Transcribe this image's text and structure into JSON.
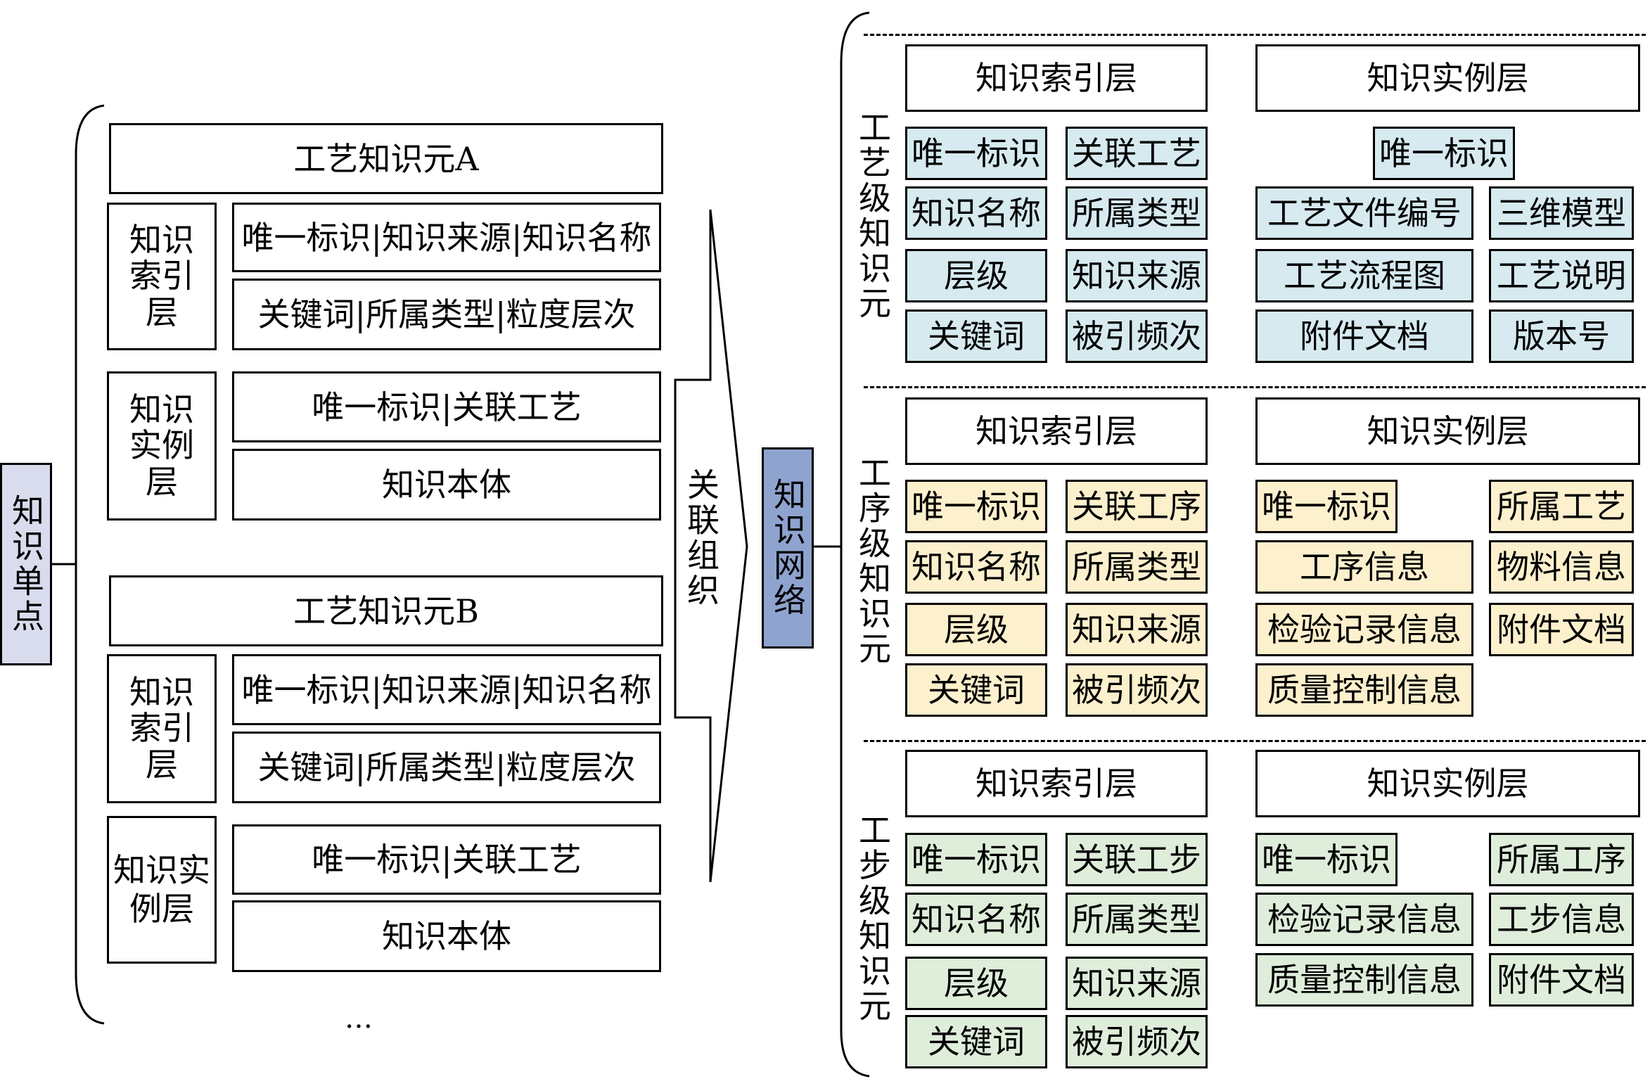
{
  "root_node": "知识单点",
  "target_node": "知识网络",
  "arrow_label": "关联组织",
  "ellipsis": "…",
  "left_units": [
    {
      "title": "工艺知识元A",
      "index_label": "知识索引层",
      "index_rows": [
        "唯一标识|知识来源|知识名称",
        "关键词|所属类型|粒度层次"
      ],
      "instance_label": "知识实例层",
      "instance_rows": [
        "唯一标识|关联工艺",
        "知识本体"
      ]
    },
    {
      "title": "工艺知识元B",
      "index_label": "知识索引层",
      "index_rows": [
        "唯一标识|知识来源|知识名称",
        "关键词|所属类型|粒度层次"
      ],
      "instance_label": "知识实例层",
      "instance_rows": [
        "唯一标识|关联工艺",
        "知识本体"
      ]
    }
  ],
  "levels": [
    {
      "label": "工艺级知识元",
      "index_header": "知识索引层",
      "instance_header": "知识实例层",
      "index_cells": [
        "唯一标识",
        "关联工艺",
        "知识名称",
        "所属类型",
        "层级",
        "知识来源",
        "关键词",
        "被引频次"
      ],
      "instance_cells": [
        "唯一标识",
        "工艺文件编号",
        "三维模型",
        "工艺流程图",
        "工艺说明",
        "附件文档",
        "版本号"
      ]
    },
    {
      "label": "工序级知识元",
      "index_header": "知识索引层",
      "instance_header": "知识实例层",
      "index_cells": [
        "唯一标识",
        "关联工序",
        "知识名称",
        "所属类型",
        "层级",
        "知识来源",
        "关键词",
        "被引频次"
      ],
      "instance_cells": [
        "唯一标识",
        "所属工艺",
        "工序信息",
        "物料信息",
        "检验记录信息",
        "附件文档",
        "质量控制信息"
      ]
    },
    {
      "label": "工步级知识元",
      "index_header": "知识索引层",
      "instance_header": "知识实例层",
      "index_cells": [
        "唯一标识",
        "关联工步",
        "知识名称",
        "所属类型",
        "层级",
        "知识来源",
        "关键词",
        "被引频次"
      ],
      "instance_cells": [
        "唯一标识",
        "所属工序",
        "检验记录信息",
        "工步信息",
        "质量控制信息",
        "附件文档"
      ]
    }
  ],
  "colors": {
    "root_fill": "#d8dced",
    "target_fill": "#8fa3cf",
    "level1_fill": "#d6eaf0",
    "level2_fill": "#fdf0cd",
    "level3_fill": "#dfeedb"
  }
}
